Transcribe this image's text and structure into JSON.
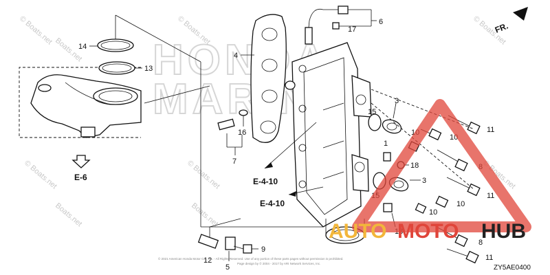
{
  "diagram_code": "ZY5AE0400",
  "direction_arrow": "FR.",
  "references": {
    "e6": "E-6",
    "e410_upper": "E-4-10",
    "e410_lower": "E-4-10"
  },
  "part_numbers": {
    "p1": "1",
    "p3_upper": "3",
    "p3_lower": "3",
    "p4": "4",
    "p5": "5",
    "p6": "6",
    "p7": "7",
    "p8_upper": "8",
    "p8_lower": "8",
    "p9": "9",
    "p10_upper": "10",
    "p10_mid": "10",
    "p10_right": "10",
    "p10_lower": "10",
    "p11_top": "11",
    "p11_mid": "11",
    "p11_bottom": "11",
    "p12": "12",
    "p13": "13",
    "p14": "14",
    "p15_upper": "15",
    "p15_lower": "15",
    "p16": "16",
    "p17": "17",
    "p18_upper": "18",
    "p18_lower": "18"
  },
  "watermark": {
    "site": "© Boats.net",
    "site_short": "Boats.net",
    "brand_line1": "HONDA",
    "brand_line2": "MARINE"
  },
  "brand_logo": {
    "part1": "AUTO",
    "part2": "MOTO",
    "part3": "HUB",
    "accent_colors": [
      "#f2b63b",
      "#e0453a",
      "#222222"
    ]
  },
  "copyright_line1": "© 2021 American Honda Motor Co., Inc. - All Rights Reserved. Use of any portion of these parts pages without permission is prohibited.",
  "copyright_line2": "Page design by © 2004 - 2017 by ARI Network Services, Inc."
}
